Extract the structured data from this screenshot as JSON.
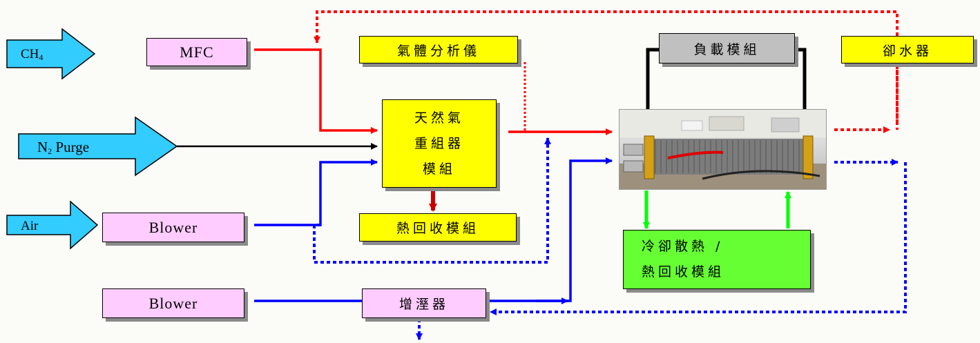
{
  "inputs": {
    "ch4": {
      "label": "CH",
      "sub": "4"
    },
    "n2": {
      "label": "N",
      "sub": "2",
      "label_after": " Purge"
    },
    "air": {
      "label": "Air"
    }
  },
  "blocks": {
    "mfc": "MFC",
    "blower_top": "Blower",
    "blower_bottom": "Blower",
    "gas_analyzer": "氣體分析儀",
    "reformer_line1": "天然氣",
    "reformer_line2": "重組器",
    "reformer_line3": "模組",
    "heat_recovery": "熱回收模組",
    "humidifier": "增溼器",
    "load_module": "負載模組",
    "water_trap": "卻水器",
    "cooling_line1": "冷卻散熱 /",
    "cooling_line2": "熱回收模組"
  },
  "colors": {
    "red": "#ff0000",
    "blue": "#0000ff",
    "black": "#000000",
    "green": "#00ff00",
    "input_arrow": "#33ccff"
  }
}
